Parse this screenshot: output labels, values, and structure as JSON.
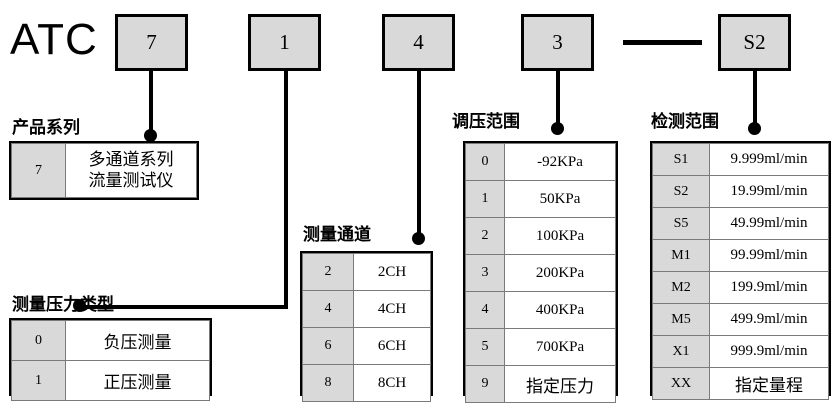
{
  "diagram": {
    "brand": "ATC",
    "separator": "—",
    "code_boxes": [
      {
        "name": "product-series",
        "value": "7"
      },
      {
        "name": "pressure-type",
        "value": "1"
      },
      {
        "name": "channels",
        "value": "4"
      },
      {
        "name": "pressure-range",
        "value": "3"
      },
      {
        "name": "detection-range",
        "value": "S2"
      }
    ]
  },
  "groups": {
    "product_series": {
      "caption": "产品系列",
      "rows": [
        {
          "code": "7",
          "desc": "多通道系列\n流量测试仪"
        }
      ]
    },
    "pressure_type": {
      "caption": "测量压力类型",
      "rows": [
        {
          "code": "0",
          "desc": "负压测量"
        },
        {
          "code": "1",
          "desc": "正压测量"
        }
      ]
    },
    "channels": {
      "caption": "测量通道",
      "rows": [
        {
          "code": "2",
          "desc": "2CH"
        },
        {
          "code": "4",
          "desc": "4CH"
        },
        {
          "code": "6",
          "desc": "6CH"
        },
        {
          "code": "8",
          "desc": "8CH"
        }
      ]
    },
    "pressure_range": {
      "caption": "调压范围",
      "rows": [
        {
          "code": "0",
          "desc": "-92KPa"
        },
        {
          "code": "1",
          "desc": "50KPa"
        },
        {
          "code": "2",
          "desc": "100KPa"
        },
        {
          "code": "3",
          "desc": "200KPa"
        },
        {
          "code": "4",
          "desc": "400KPa"
        },
        {
          "code": "5",
          "desc": "700KPa"
        },
        {
          "code": "9",
          "desc": "指定压力"
        }
      ]
    },
    "detection_range": {
      "caption": "检测范围",
      "rows": [
        {
          "code": "S1",
          "desc": "9.999ml/min"
        },
        {
          "code": "S2",
          "desc": "19.99ml/min"
        },
        {
          "code": "S5",
          "desc": "49.99ml/min"
        },
        {
          "code": "M1",
          "desc": "99.99ml/min"
        },
        {
          "code": "M2",
          "desc": "199.9ml/min"
        },
        {
          "code": "M5",
          "desc": "499.9ml/min"
        },
        {
          "code": "X1",
          "desc": "999.9ml/min"
        },
        {
          "code": "XX",
          "desc": "指定量程"
        }
      ]
    }
  },
  "colors": {
    "box_fill": "#d9d9d9",
    "line": "#000000",
    "background": "#ffffff"
  }
}
